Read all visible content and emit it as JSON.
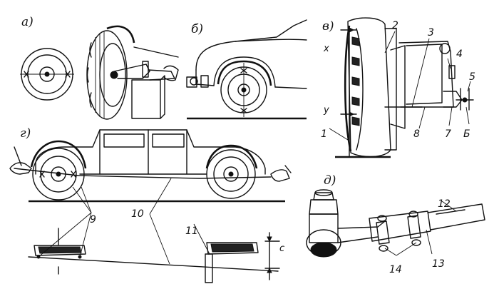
{
  "panels": {
    "a": "а)",
    "b": "б)",
    "v": "в)",
    "g": "г)",
    "d": "д)"
  },
  "callouts": {
    "n1": "1",
    "n2": "2",
    "n3": "3",
    "n4": "4",
    "n5": "5",
    "n6": "Б",
    "n7": "7",
    "n8": "8",
    "n9": "9",
    "n10": "10",
    "n11": "11",
    "n12": "12",
    "n13": "13",
    "n14": "14",
    "x": "х",
    "y": "у",
    "c": "с"
  }
}
